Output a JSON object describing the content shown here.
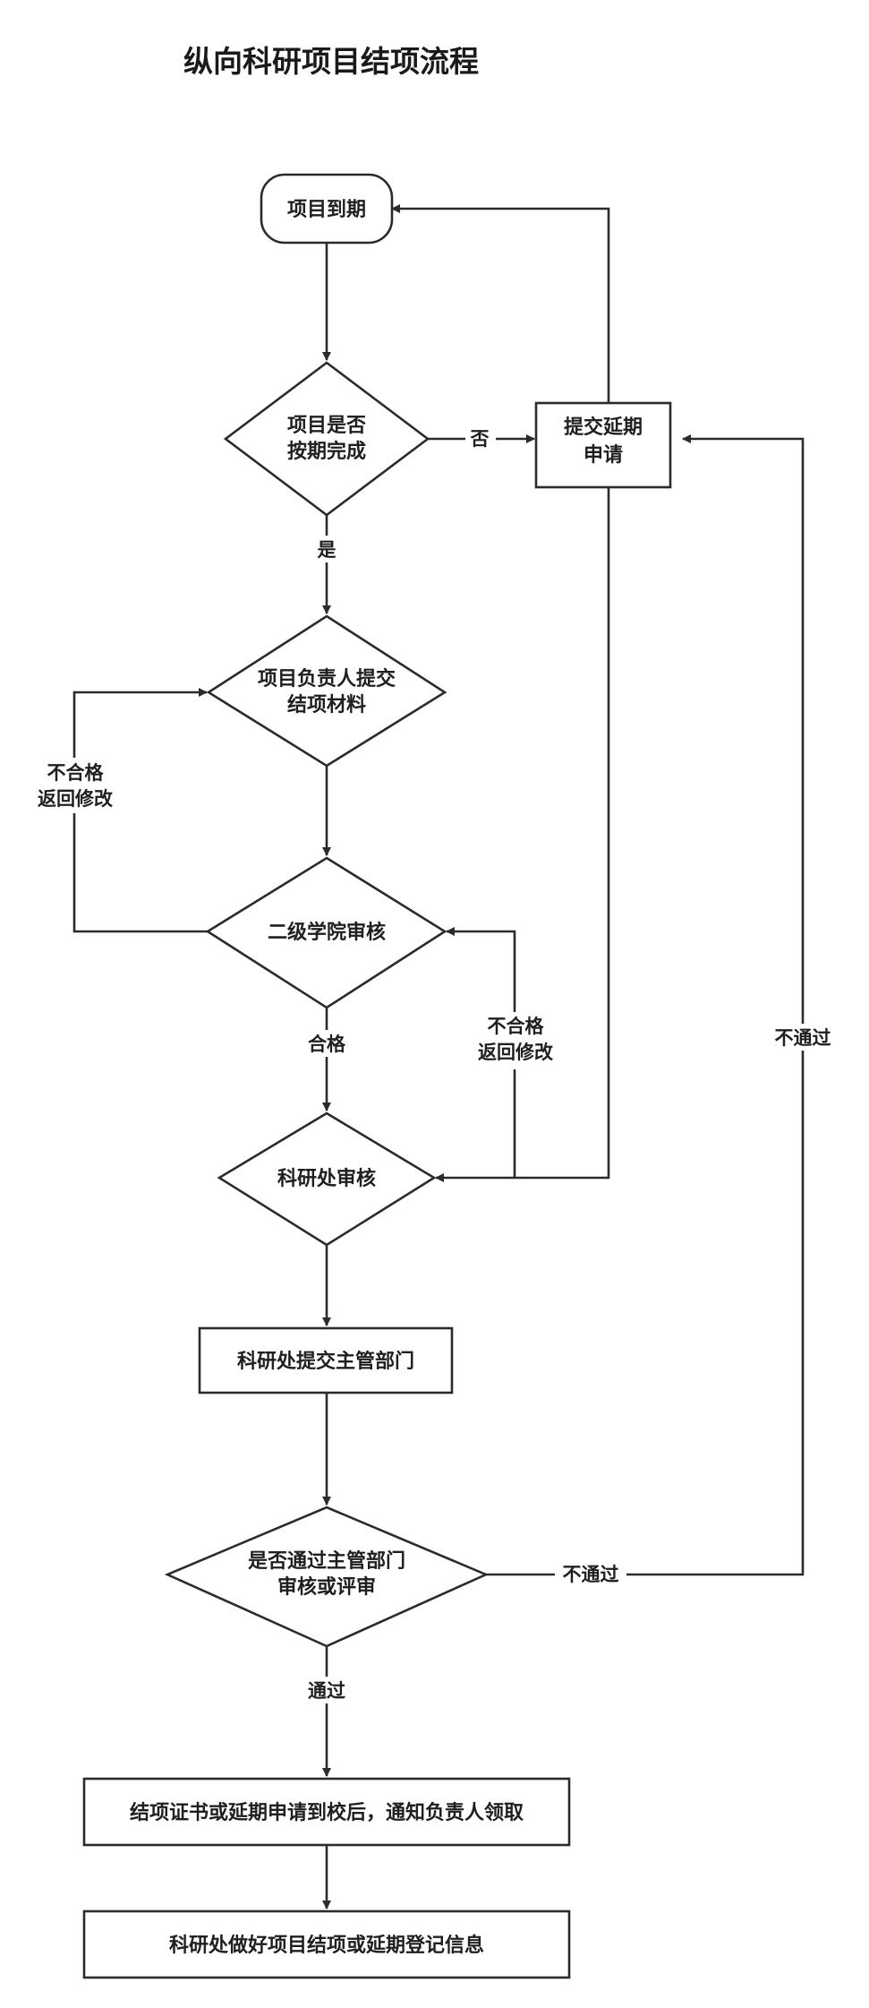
{
  "title": "纵向科研项目结项流程",
  "nodes": {
    "expire": "项目到期",
    "on_time_line1": "项目是否",
    "on_time_line2": "按期完成",
    "extension_line1": "提交延期",
    "extension_line2": "申请",
    "submit_line1": "项目负责人提交",
    "submit_line2": "结项材料",
    "college_review": "二级学院审核",
    "research_review": "科研处审核",
    "submit_authority": "科研处提交主管部门",
    "pass_line1": "是否通过主管部门",
    "pass_line2": "审核或评审",
    "certificate": "结项证书或延期申请到校后，通知负责人领取",
    "registration": "科研处做好项目结项或延期登记信息"
  },
  "edges": {
    "no": "否",
    "yes": "是",
    "fail_return_1_line1": "不合格",
    "fail_return_1_line2": "返回修改",
    "qualified": "合格",
    "fail_return_2_line1": "不合格",
    "fail_return_2_line2": "返回修改",
    "not_passed_right": "不通过",
    "not_passed_bottom": "不通过",
    "passed": "通过"
  }
}
